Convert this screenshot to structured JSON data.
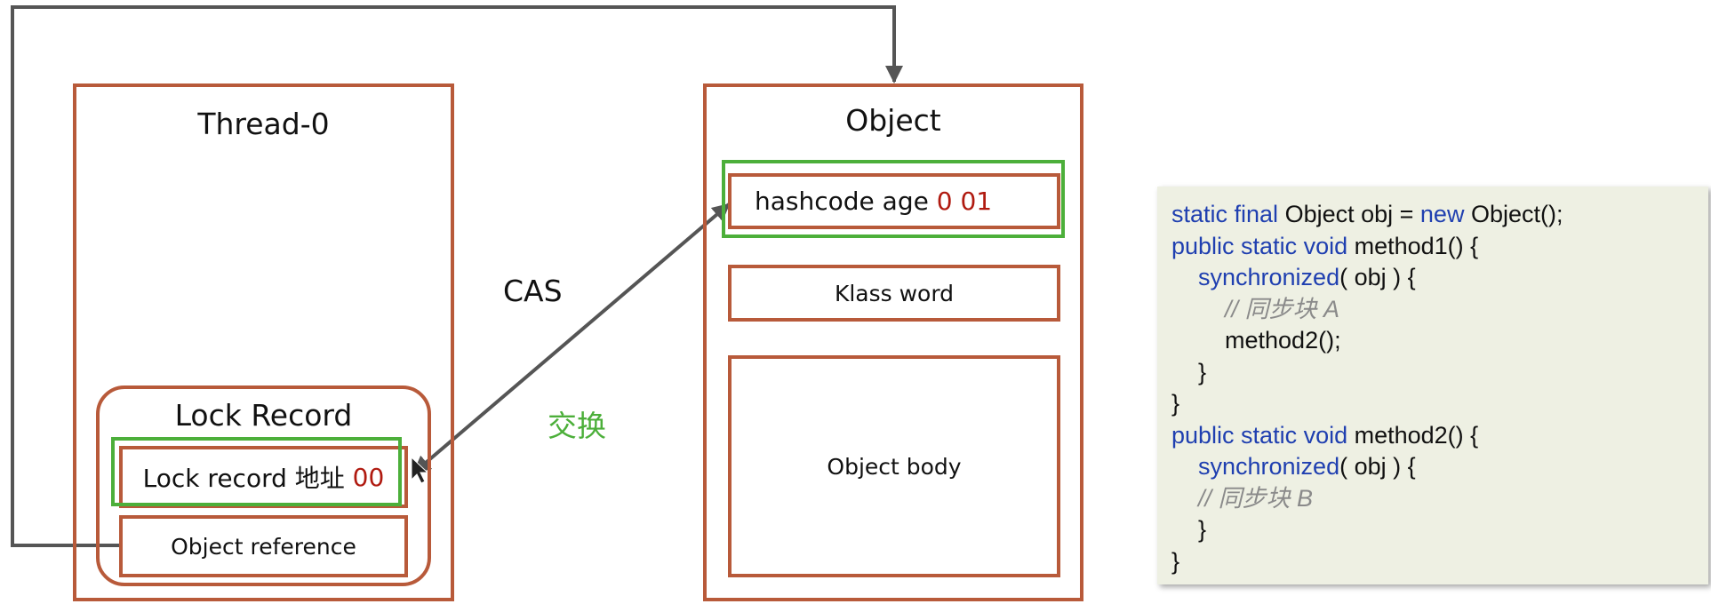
{
  "thread": {
    "title": "Thread-0"
  },
  "lock_record": {
    "title": "Lock Record",
    "address_label": "Lock record 地址",
    "address_bits": "00",
    "object_reference": "Object reference"
  },
  "object": {
    "title": "Object",
    "header_label": "hashcode age",
    "header_bits": "0 01",
    "klass_word": "Klass word",
    "body": "Object body"
  },
  "cas_label": "CAS",
  "swap_label": "交换",
  "colors": {
    "box_border": "#b85a3a",
    "highlight_border": "#4caf3a",
    "lock_bits": "#b01a10",
    "arrow": "#555555",
    "code_keyword": "#1f3fb0",
    "code_comment": "#8a8a8a",
    "code_background": "#eef0e3"
  },
  "code": {
    "l1_a": "static final",
    "l1_b": " Object obj = ",
    "l1_c": "new",
    "l1_d": " Object();",
    "l2_a": "public static void",
    "l2_b": " method1() {",
    "l3_a": "    synchronized",
    "l3_b": "( obj ) {",
    "l4": "        // 同步块 A",
    "l5": "        method2();",
    "l6": "    }",
    "l7": "}",
    "l8_a": "public static void",
    "l8_b": " method2() {",
    "l9_a": "    synchronized",
    "l9_b": "( obj ) {",
    "l10": "    // 同步块 B",
    "l11": "    }",
    "l12": "}"
  }
}
